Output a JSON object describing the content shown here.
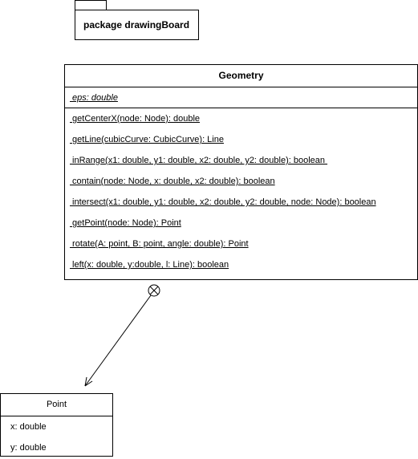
{
  "package": {
    "label": "package drawingBoard"
  },
  "geometry_class": {
    "name": "Geometry",
    "attributes": [
      " eps: double"
    ],
    "operations": [
      " getCenterX(node: Node): double",
      " getLine(cubicCurve: CubicCurve): Line",
      " inRange(x1: double, y1: double, x2: double, y2: double): boolean ",
      " contain(node: Node, x: double, x2: double): boolean",
      " intersect(x1: double, y1: double, x2: double, y2: double, node: Node): boolean",
      " getPoint(node: Node): Point",
      " rotate(A: point, B: point, angle: double): Point",
      " left(x: double, y:double, l: Line): boolean"
    ]
  },
  "point_class": {
    "name": "Point",
    "attributes": [
      "x: double",
      "y: double"
    ]
  },
  "connector": {
    "type": "containment",
    "from": "Geometry",
    "to": "Point"
  }
}
